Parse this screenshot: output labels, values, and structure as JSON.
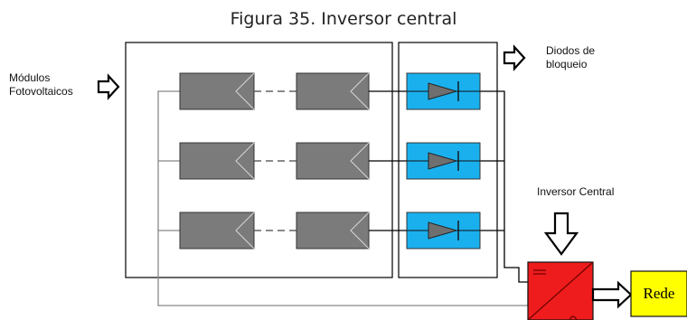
{
  "figure": {
    "caption": "Figura 35. Inversor central"
  },
  "labels": {
    "modules_line1": "Módulos",
    "modules_line2": "Fotovoltaicos",
    "diodes_line1": "Diodos de",
    "diodes_line2": "bloqueio",
    "inverter": "Inversor Central",
    "grid": "Rede"
  },
  "colors": {
    "module_fill": "#7b7b7b",
    "diode_fill": "#1ab0ee",
    "inverter_fill": "#ee1c1c",
    "grid_fill": "#ffff00",
    "wire": "#777777"
  }
}
